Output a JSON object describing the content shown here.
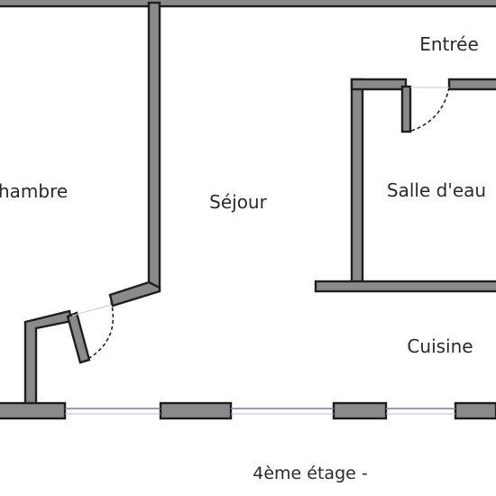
{
  "rooms": {
    "chambre": "hambre",
    "sejour": "Séjour",
    "entree": "Entrée",
    "salle_deau": "Salle d'eau",
    "cuisine": "Cuisine"
  },
  "footer": {
    "floor_label": "4ème étage -"
  },
  "colors": {
    "wall_fill": "#8a8a8a",
    "wall_outline": "#1e1e1e",
    "window": "#7b7bb0",
    "text": "#2a2a2a",
    "background": "#ffffff"
  }
}
